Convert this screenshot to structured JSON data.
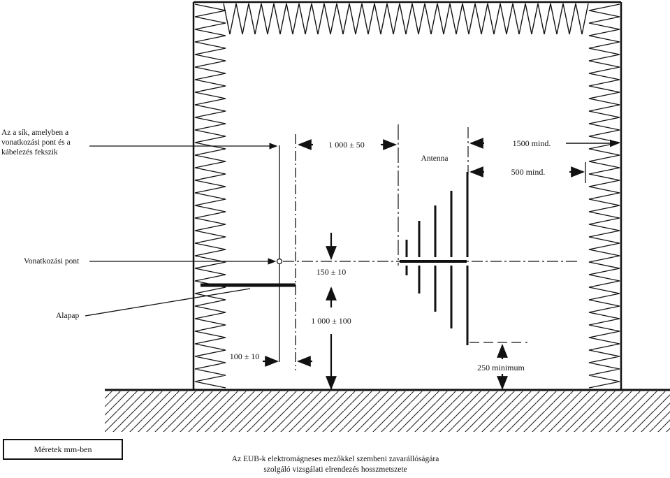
{
  "labels": {
    "plane_line1": "Az a sík, amelyben a",
    "plane_line2": "vonatkozási pont és a",
    "plane_line3": "kábelezés fekszik",
    "reference_point": "Vonatkozási pont",
    "base_plate": "Alapap",
    "antenna": "Antenna"
  },
  "dimensions": {
    "d_1000_50": "1 000 ± 50",
    "d_1500": "1500 mind.",
    "d_500": "500 mind.",
    "d_150_10": "150 ± 10",
    "d_1000_100": "1 000 ± 100",
    "d_100_10": "100 ± 10",
    "d_250": "250 minimum"
  },
  "legend": "Méretek mm-ben",
  "caption": {
    "line1": "Az EUB-k elektromágneses mezőkkel szembeni zavarállóságára",
    "line2": "szolgáló vizsgálati elrendezés hosszmetszete"
  }
}
